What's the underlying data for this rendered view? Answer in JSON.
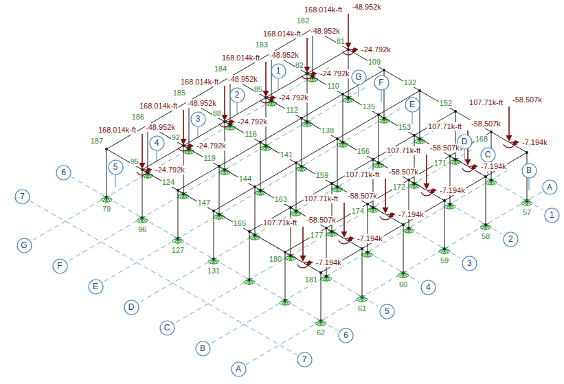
{
  "diagram": {
    "nodes": [
      {
        "text": [
          "1"
        ]
      },
      {
        "text": [
          "2"
        ]
      },
      {
        "text": [
          "3"
        ]
      },
      {
        "text": [
          "4"
        ]
      },
      {
        "text": [
          "5"
        ]
      },
      {
        "text": [
          "G"
        ]
      },
      {
        "text": [
          "F"
        ]
      },
      {
        "text": [
          "E"
        ]
      },
      {
        "text": [
          "D"
        ]
      },
      {
        "text": [
          "C"
        ]
      },
      {
        "text": [
          "B"
        ]
      },
      {
        "text": [
          "6"
        ]
      },
      {
        "text": [
          "7"
        ]
      },
      {
        "text": [
          "G"
        ]
      },
      {
        "text": [
          "F"
        ]
      },
      {
        "text": [
          "E"
        ]
      },
      {
        "text": [
          "D"
        ]
      },
      {
        "text": [
          "C"
        ]
      },
      {
        "text": [
          "B"
        ]
      },
      {
        "text": [
          "A"
        ]
      },
      {
        "text": [
          "A"
        ]
      },
      {
        "text": [
          "1"
        ]
      },
      {
        "text": [
          "2"
        ]
      },
      {
        "text": [
          "3"
        ]
      },
      {
        "text": [
          "4"
        ]
      },
      {
        "text": [
          "5"
        ]
      },
      {
        "text": [
          "6"
        ]
      },
      {
        "text": [
          "7"
        ]
      }
    ],
    "edges": [
      {
        "from": 12,
        "to": 27,
        "arrow": "none"
      },
      {
        "from": 11,
        "to": 26,
        "arrow": "none"
      },
      {
        "from": 19,
        "to": 20,
        "arrow": "none"
      }
    ],
    "labels": [
      "-48.952k",
      "168.014k-ft",
      "-24.792k",
      "-48.952k",
      "168.014k-ft",
      "-24.792k",
      "-48.952k",
      "168.014k-ft",
      "-24.792k",
      "-48.952k",
      "168.014k-ft",
      "-24.792k",
      "-48.952k",
      "168.014k-ft",
      "-24.792k",
      "-48.952k",
      "168.014k-ft",
      "-24.792k",
      "-58.507k",
      "107.71k-ft",
      "-7.194k",
      "-58.507k",
      "107.71k-ft",
      "-7.194k",
      "-58.507k",
      "107.71k-ft",
      "-7.194k",
      "-58.507k",
      "107.71k-ft",
      "-7.194k",
      "-58.507k",
      "107.71k-ft",
      "-7.194k",
      "-58.507k",
      "107.71k-ft",
      "-7.194k",
      "182",
      "183",
      "184",
      "185",
      "186",
      "187",
      "81",
      "82",
      "85",
      "88",
      "92",
      "95",
      "109",
      "110",
      "112",
      "116",
      "119",
      "124",
      "132",
      "135",
      "138",
      "141",
      "144",
      "147",
      "152",
      "153",
      "156",
      "159",
      "163",
      "165",
      "168",
      "171",
      "172",
      "174",
      "177",
      "180",
      "181",
      "57",
      "58",
      "59",
      "60",
      "61",
      "62",
      "79",
      "96",
      "127",
      "131"
    ]
  }
}
